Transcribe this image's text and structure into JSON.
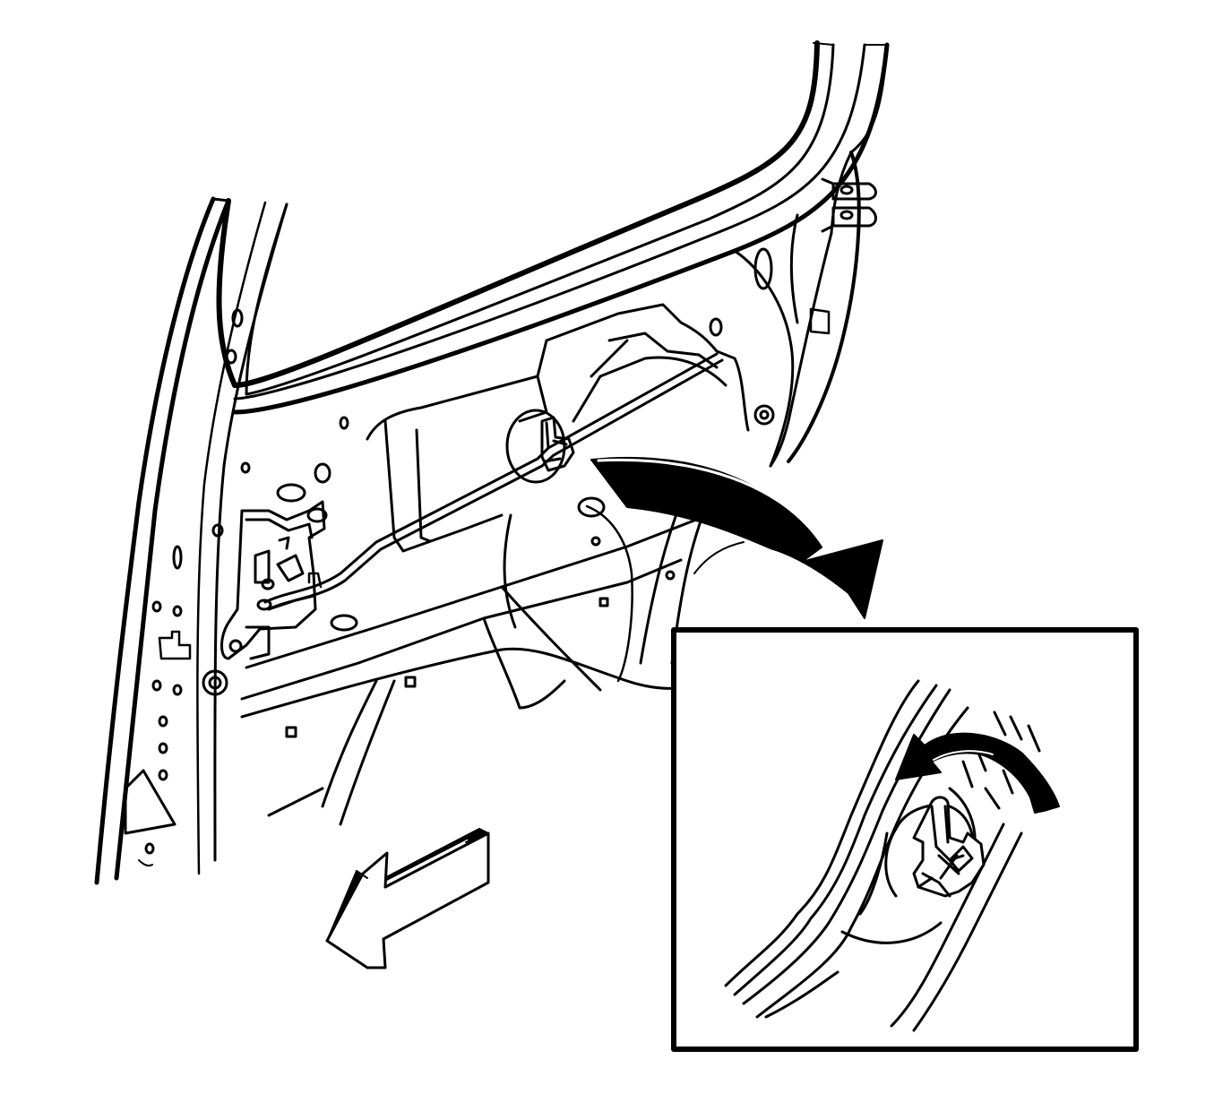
{
  "figure": {
    "type": "line-art service illustration",
    "subject": "door-lock-rod-clip-removal",
    "ink_color": "#000000",
    "paper_color": "#ffffff",
    "inset": {
      "rotation_arrow_direction": "counterclockwise"
    },
    "arrows": [
      {
        "name": "callout-arrow",
        "direction": "down-right"
      },
      {
        "name": "rotation-arrow",
        "direction": "counterclockwise"
      },
      {
        "name": "front-direction-arrow",
        "direction": "down-left"
      }
    ]
  }
}
